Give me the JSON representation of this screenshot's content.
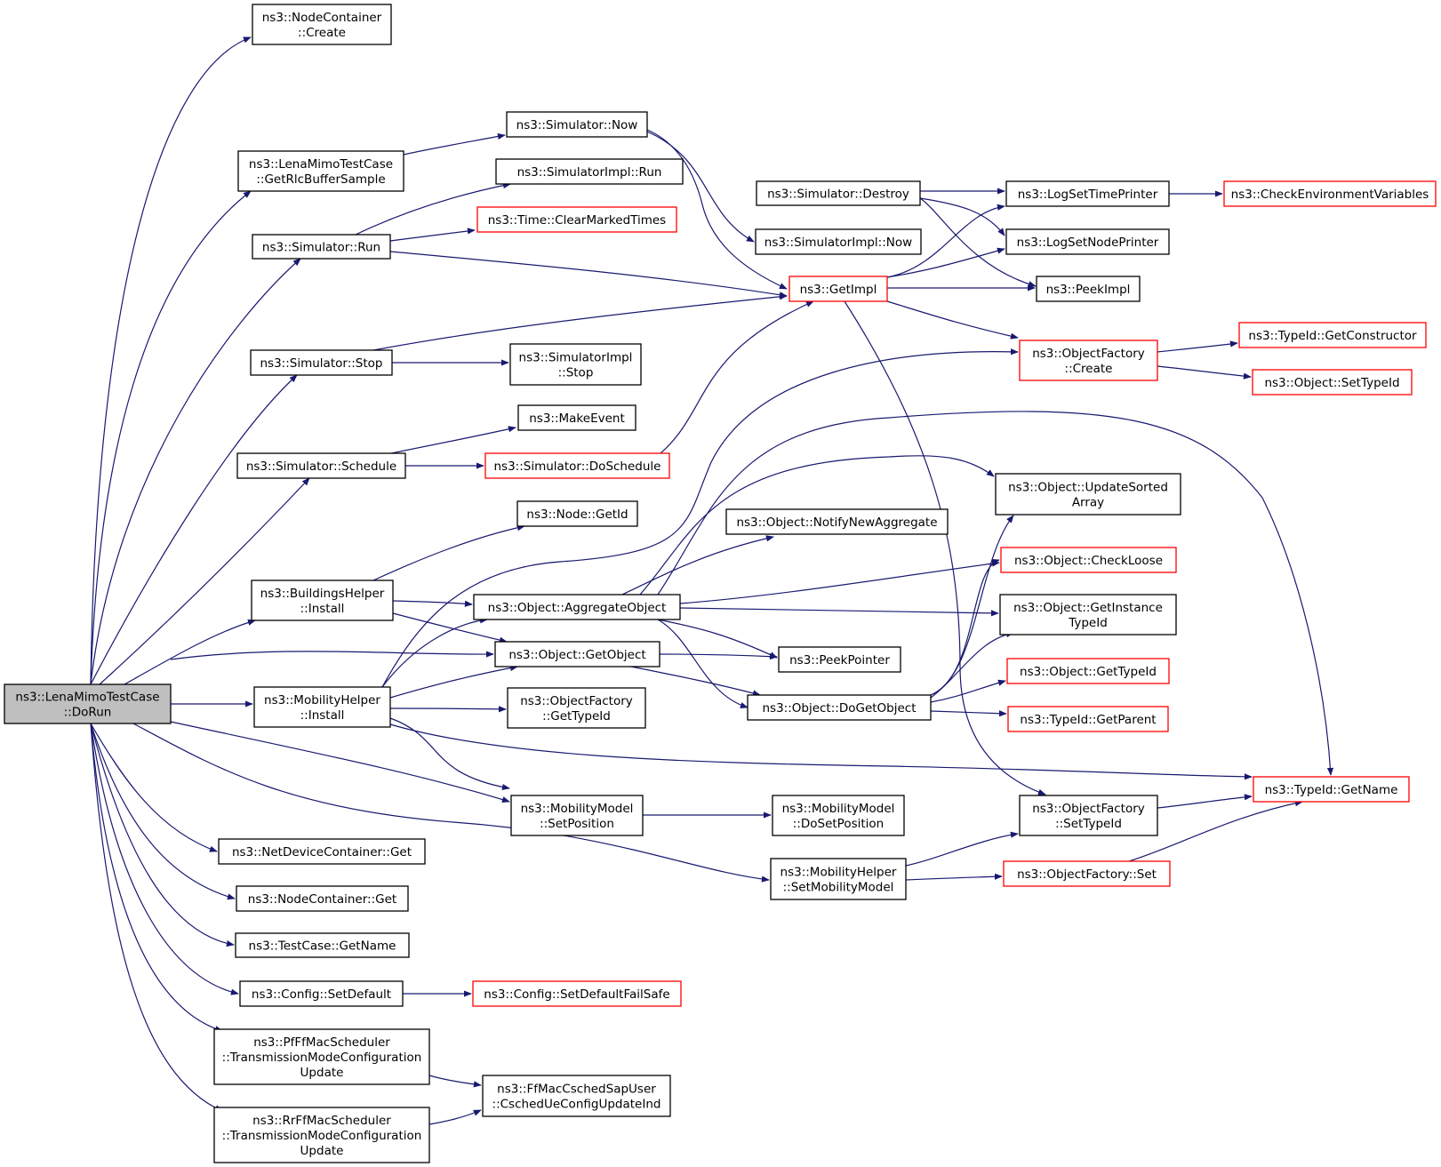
{
  "colors": {
    "edge": "#191970",
    "border_default": "#000000",
    "border_truncated": "#ff0000",
    "root_fill": "#bfbfbf",
    "background": "#ffffff"
  },
  "nodes": {
    "root": {
      "lines": [
        "ns3::LenaMimoTestCase",
        "::DoRun"
      ]
    },
    "nc_create": {
      "lines": [
        "ns3::NodeContainer",
        "::Create"
      ]
    },
    "getrlc": {
      "lines": [
        "ns3::LenaMimoTestCase",
        "::GetRlcBufferSample"
      ]
    },
    "sim_run": {
      "lines": [
        "ns3::Simulator::Run"
      ]
    },
    "sim_stop": {
      "lines": [
        "ns3::Simulator::Stop"
      ]
    },
    "sim_schedule": {
      "lines": [
        "ns3::Simulator::Schedule"
      ]
    },
    "bh_install": {
      "lines": [
        "ns3::BuildingsHelper",
        "::Install"
      ]
    },
    "mh_install": {
      "lines": [
        "ns3::MobilityHelper",
        "::Install"
      ]
    },
    "ndc_get": {
      "lines": [
        "ns3::NetDeviceContainer::Get"
      ]
    },
    "nc_get": {
      "lines": [
        "ns3::NodeContainer::Get"
      ]
    },
    "tc_getname": {
      "lines": [
        "ns3::TestCase::GetName"
      ]
    },
    "cfg_setdefault": {
      "lines": [
        "ns3::Config::SetDefault"
      ]
    },
    "pf_tmcu": {
      "lines": [
        "ns3::PfFfMacScheduler",
        "::TransmissionModeConfiguration",
        "Update"
      ]
    },
    "rr_tmcu": {
      "lines": [
        "ns3::RrFfMacScheduler",
        "::TransmissionModeConfiguration",
        "Update"
      ]
    },
    "sim_now": {
      "lines": [
        "ns3::Simulator::Now"
      ]
    },
    "simimpl_run": {
      "lines": [
        "ns3::SimulatorImpl::Run"
      ]
    },
    "time_clear": {
      "lines": [
        "ns3::Time::ClearMarkedTimes"
      ]
    },
    "simimpl_stop": {
      "lines": [
        "ns3::SimulatorImpl",
        "::Stop"
      ]
    },
    "makeevent": {
      "lines": [
        "ns3::MakeEvent"
      ]
    },
    "sim_doschedule": {
      "lines": [
        "ns3::Simulator::DoSchedule"
      ]
    },
    "node_getid": {
      "lines": [
        "ns3::Node::GetId"
      ]
    },
    "obj_aggregate": {
      "lines": [
        "ns3::Object::AggregateObject"
      ]
    },
    "obj_getobject": {
      "lines": [
        "ns3::Object::GetObject"
      ]
    },
    "of_gettypeid": {
      "lines": [
        "ns3::ObjectFactory",
        "::GetTypeId"
      ]
    },
    "mm_setpos": {
      "lines": [
        "ns3::MobilityModel",
        "::SetPosition"
      ]
    },
    "cfg_failsafe": {
      "lines": [
        "ns3::Config::SetDefaultFailSafe"
      ]
    },
    "csched": {
      "lines": [
        "ns3::FfMacCschedSapUser",
        "::CschedUeConfigUpdateInd"
      ]
    },
    "sim_destroy": {
      "lines": [
        "ns3::Simulator::Destroy"
      ]
    },
    "simimpl_now": {
      "lines": [
        "ns3::SimulatorImpl::Now"
      ]
    },
    "getimpl": {
      "lines": [
        "ns3::GetImpl"
      ]
    },
    "obj_notify": {
      "lines": [
        "ns3::Object::NotifyNewAggregate"
      ]
    },
    "peekpointer": {
      "lines": [
        "ns3::PeekPointer"
      ]
    },
    "obj_dogetobject": {
      "lines": [
        "ns3::Object::DoGetObject"
      ]
    },
    "mm_dosetpos": {
      "lines": [
        "ns3::MobilityModel",
        "::DoSetPosition"
      ]
    },
    "mh_setmm": {
      "lines": [
        "ns3::MobilityHelper",
        "::SetMobilityModel"
      ]
    },
    "logsettime": {
      "lines": [
        "ns3::LogSetTimePrinter"
      ]
    },
    "logsetnode": {
      "lines": [
        "ns3::LogSetNodePrinter"
      ]
    },
    "peekimpl": {
      "lines": [
        "ns3::PeekImpl"
      ]
    },
    "of_create": {
      "lines": [
        "ns3::ObjectFactory",
        "::Create"
      ]
    },
    "obj_updsorted": {
      "lines": [
        "ns3::Object::UpdateSorted",
        "Array"
      ]
    },
    "obj_checkloose": {
      "lines": [
        "ns3::Object::CheckLoose"
      ]
    },
    "obj_getinst": {
      "lines": [
        "ns3::Object::GetInstance",
        "TypeId"
      ]
    },
    "obj_gettypeid": {
      "lines": [
        "ns3::Object::GetTypeId"
      ]
    },
    "tid_getparent": {
      "lines": [
        "ns3::TypeId::GetParent"
      ]
    },
    "of_settypeid": {
      "lines": [
        "ns3::ObjectFactory",
        "::SetTypeId"
      ]
    },
    "of_set": {
      "lines": [
        "ns3::ObjectFactory::Set"
      ]
    },
    "checkenv": {
      "lines": [
        "ns3::CheckEnvironmentVariables"
      ]
    },
    "tid_getctor": {
      "lines": [
        "ns3::TypeId::GetConstructor"
      ]
    },
    "obj_settypeid": {
      "lines": [
        "ns3::Object::SetTypeId"
      ]
    },
    "tid_getname": {
      "lines": [
        "ns3::TypeId::GetName"
      ]
    }
  }
}
